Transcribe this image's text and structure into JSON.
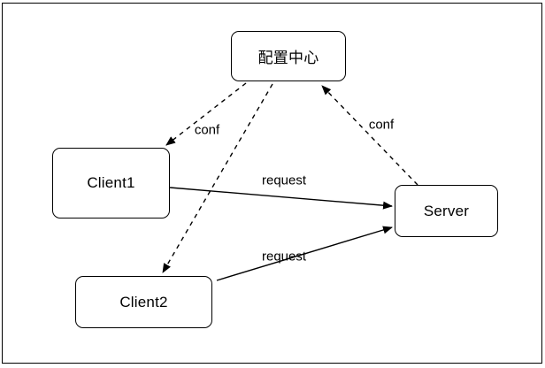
{
  "diagram": {
    "title": "config-center-client-server-diagram",
    "colors": {
      "background": "#ffffff",
      "line": "#000000",
      "node_border": "#000000",
      "node_fill": "#ffffff",
      "text": "#000000"
    },
    "nodes": [
      {
        "id": "config-center",
        "label": "配置中心"
      },
      {
        "id": "client1",
        "label": "Client1"
      },
      {
        "id": "client2",
        "label": "Client2"
      },
      {
        "id": "server",
        "label": "Server"
      }
    ],
    "edges": [
      {
        "from": "config-center",
        "to": "client1",
        "label": "conf",
        "style": "dashed",
        "direction": "to-client1"
      },
      {
        "from": "server",
        "to": "config-center",
        "label": "conf",
        "style": "dashed",
        "direction": "to-config-center"
      },
      {
        "from": "config-center",
        "to": "client2",
        "label": "",
        "style": "dashed",
        "direction": "to-client2"
      },
      {
        "from": "client1",
        "to": "server",
        "label": "request",
        "style": "solid",
        "direction": "to-server"
      },
      {
        "from": "client2",
        "to": "server",
        "label": "request",
        "style": "solid",
        "direction": "to-server"
      }
    ]
  }
}
